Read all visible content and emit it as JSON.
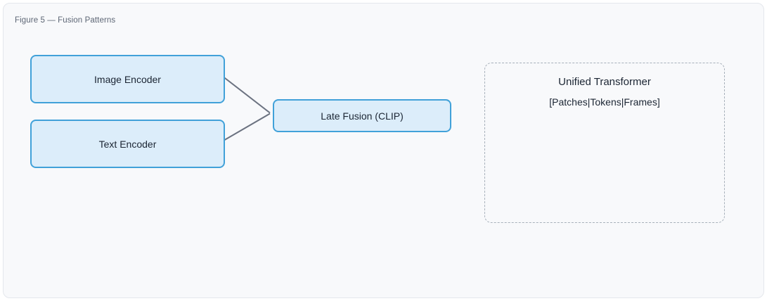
{
  "figure": {
    "title": "Figure 5 — Fusion Patterns"
  },
  "nodes": {
    "image_encoder": {
      "label": "Image Encoder"
    },
    "text_encoder": {
      "label": "Text Encoder"
    },
    "late_fusion": {
      "label": "Late Fusion (CLIP)"
    },
    "unified_transformer": {
      "title": "Unified Transformer",
      "subtitle": "[Patches|Tokens|Frames]"
    }
  },
  "connectors": [
    {
      "from": "image_encoder",
      "to": "late_fusion"
    },
    {
      "from": "text_encoder",
      "to": "late_fusion"
    }
  ],
  "colors": {
    "card_background": "#f8f9fb",
    "card_border": "#e4e7ec",
    "node_fill": "#dcedfa",
    "node_border": "#41a1d9",
    "dashed_border": "#a7b0ba",
    "connector": "#6b7280",
    "node_text": "#1b2533",
    "title_text": "#5d6675"
  }
}
